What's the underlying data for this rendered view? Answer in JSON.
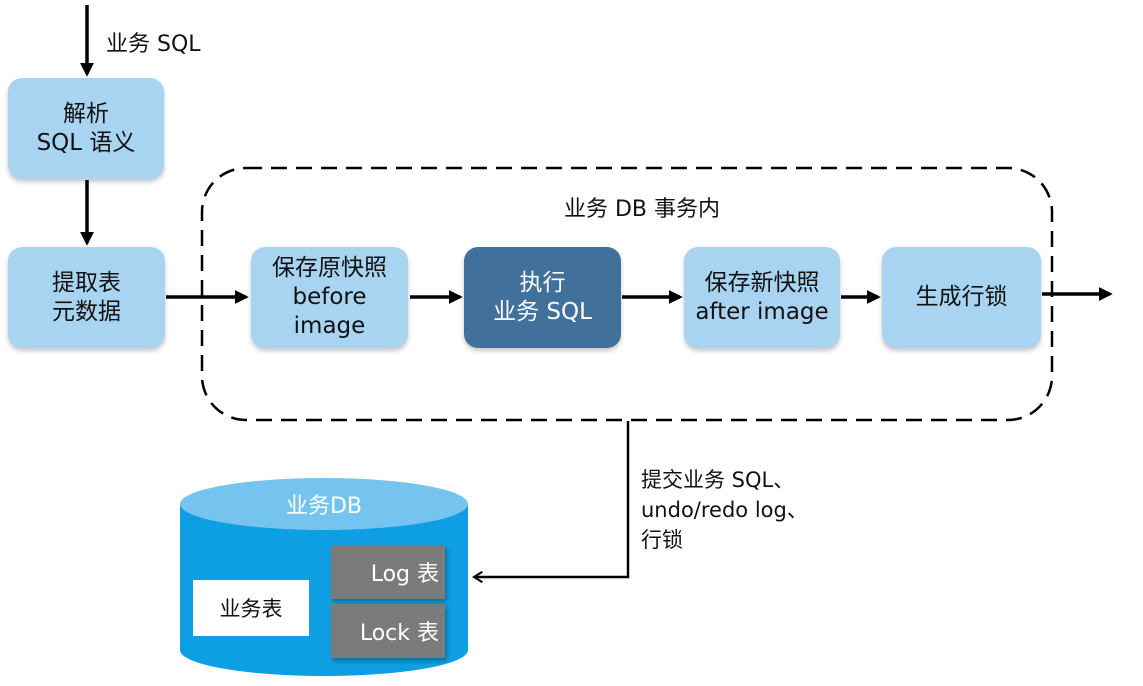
{
  "flow": {
    "input_label": "业务 SQL",
    "parse_box": {
      "line1": "解析",
      "line2": "SQL 语义"
    },
    "metadata_box": {
      "line1": "提取表",
      "line2": "元数据"
    }
  },
  "transaction": {
    "title": "业务 DB 事务内",
    "before_box": {
      "line1": "保存原快照",
      "line2": "before",
      "line3": "image"
    },
    "execute_box": {
      "line1": "执行",
      "line2": "业务 SQL"
    },
    "after_box": {
      "line1": "保存新快照",
      "line2": "after image"
    },
    "lock_box": {
      "line1": "生成行锁"
    }
  },
  "commit_label": {
    "line1": "提交业务 SQL、",
    "line2": "undo/redo log、",
    "line3": "行锁"
  },
  "database": {
    "title": "业务DB",
    "business_table": "业务表",
    "log_table": "Log 表",
    "lock_table": "Lock 表"
  },
  "colors": {
    "box_fill": "#a8d4f2",
    "execute_fill": "#41719a",
    "db_top": "#74c4ef",
    "db_body": "#0e9ee3",
    "table_grey": "#7b7b7b"
  }
}
